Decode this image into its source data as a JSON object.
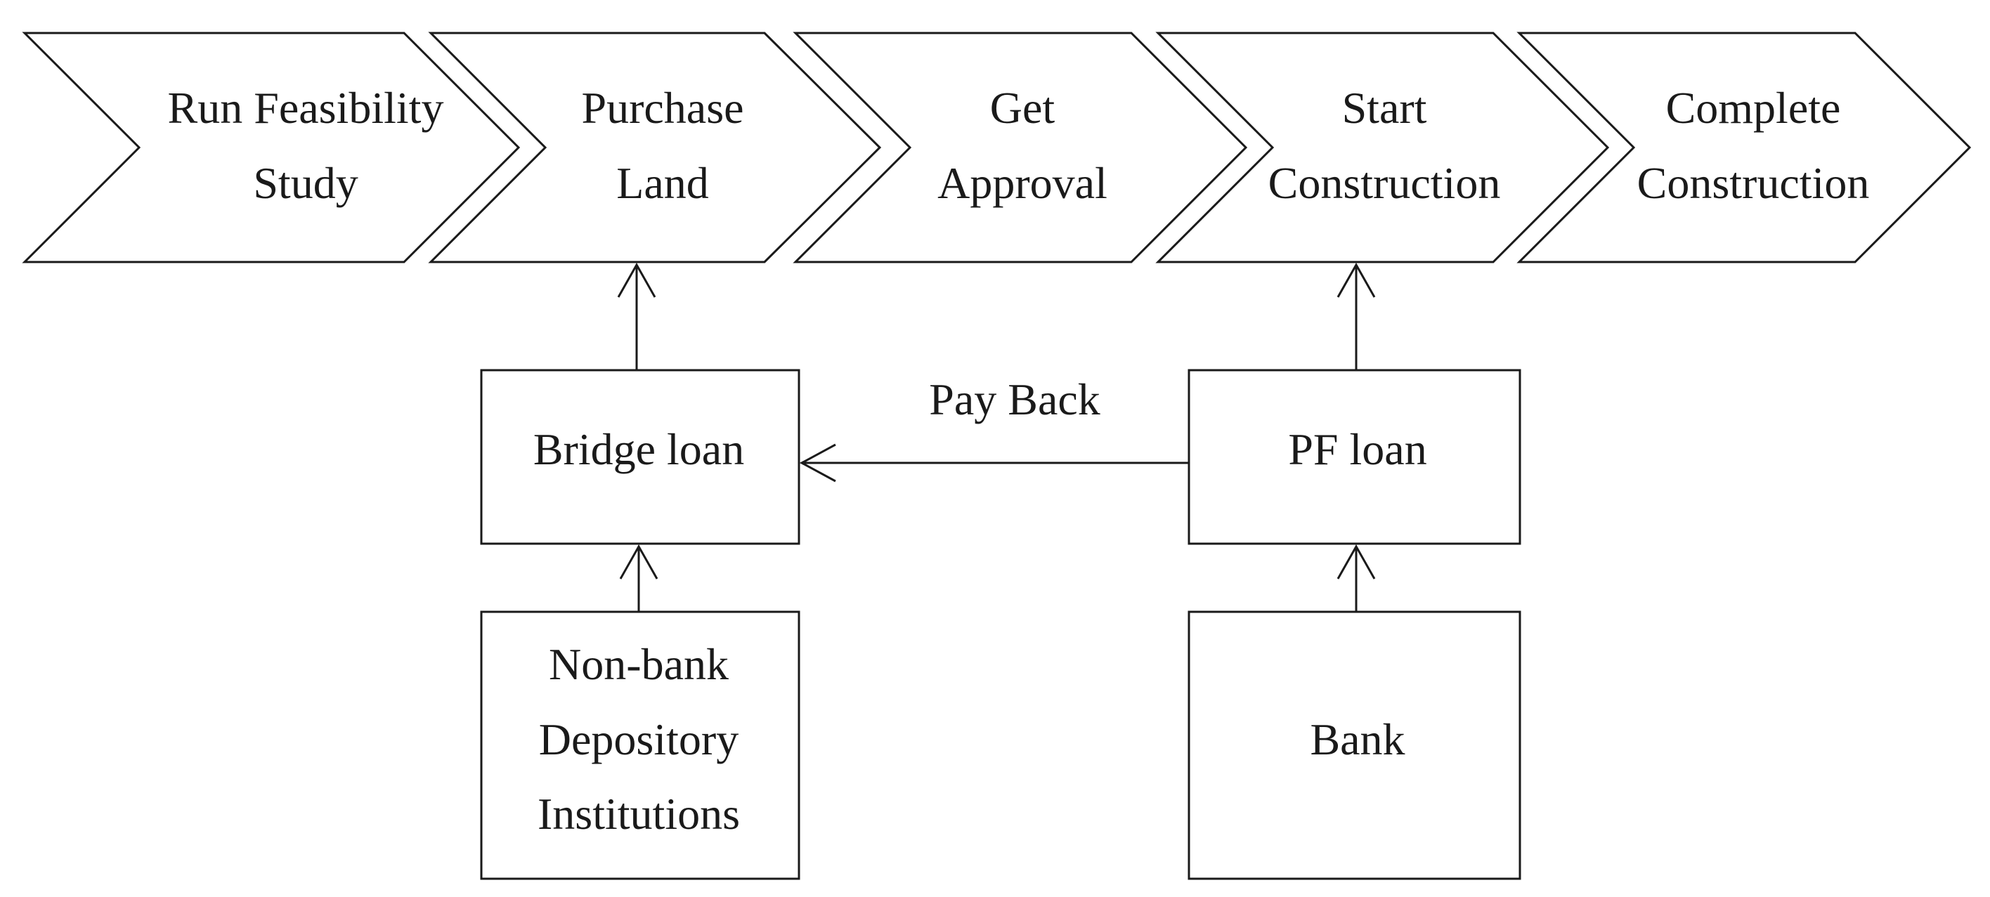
{
  "process_steps": [
    {
      "line1": "Run Feasibility",
      "line2": "Study"
    },
    {
      "line1": "Purchase",
      "line2": "Land"
    },
    {
      "line1": "Get",
      "line2": "Approval"
    },
    {
      "line1": "Start",
      "line2": "Construction"
    },
    {
      "line1": "Complete",
      "line2": "Construction"
    }
  ],
  "boxes": {
    "bridge_loan": "Bridge loan",
    "pf_loan": "PF loan",
    "non_bank": {
      "line1": "Non-bank",
      "line2": "Depository",
      "line3": "Institutions"
    },
    "bank": "Bank"
  },
  "edges": {
    "pay_back": "Pay Back"
  },
  "colors": {
    "stroke": "#1a1a1a",
    "fill": "#ffffff"
  }
}
